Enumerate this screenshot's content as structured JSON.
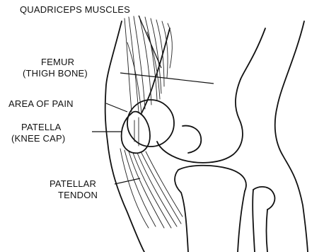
{
  "labels": {
    "quadriceps": "QUADRICEPS MUSCLES",
    "femur_line1": "FEMUR",
    "femur_line2": "(THIGH BONE)",
    "pain": "AREA OF PAIN",
    "patella_line1": "PATELLA",
    "patella_line2": "(KNEE CAP)",
    "tendon_line1": "PATELLAR",
    "tendon_line2": "TENDON"
  },
  "colors": {
    "ink": "#111111",
    "background": "#ffffff"
  }
}
